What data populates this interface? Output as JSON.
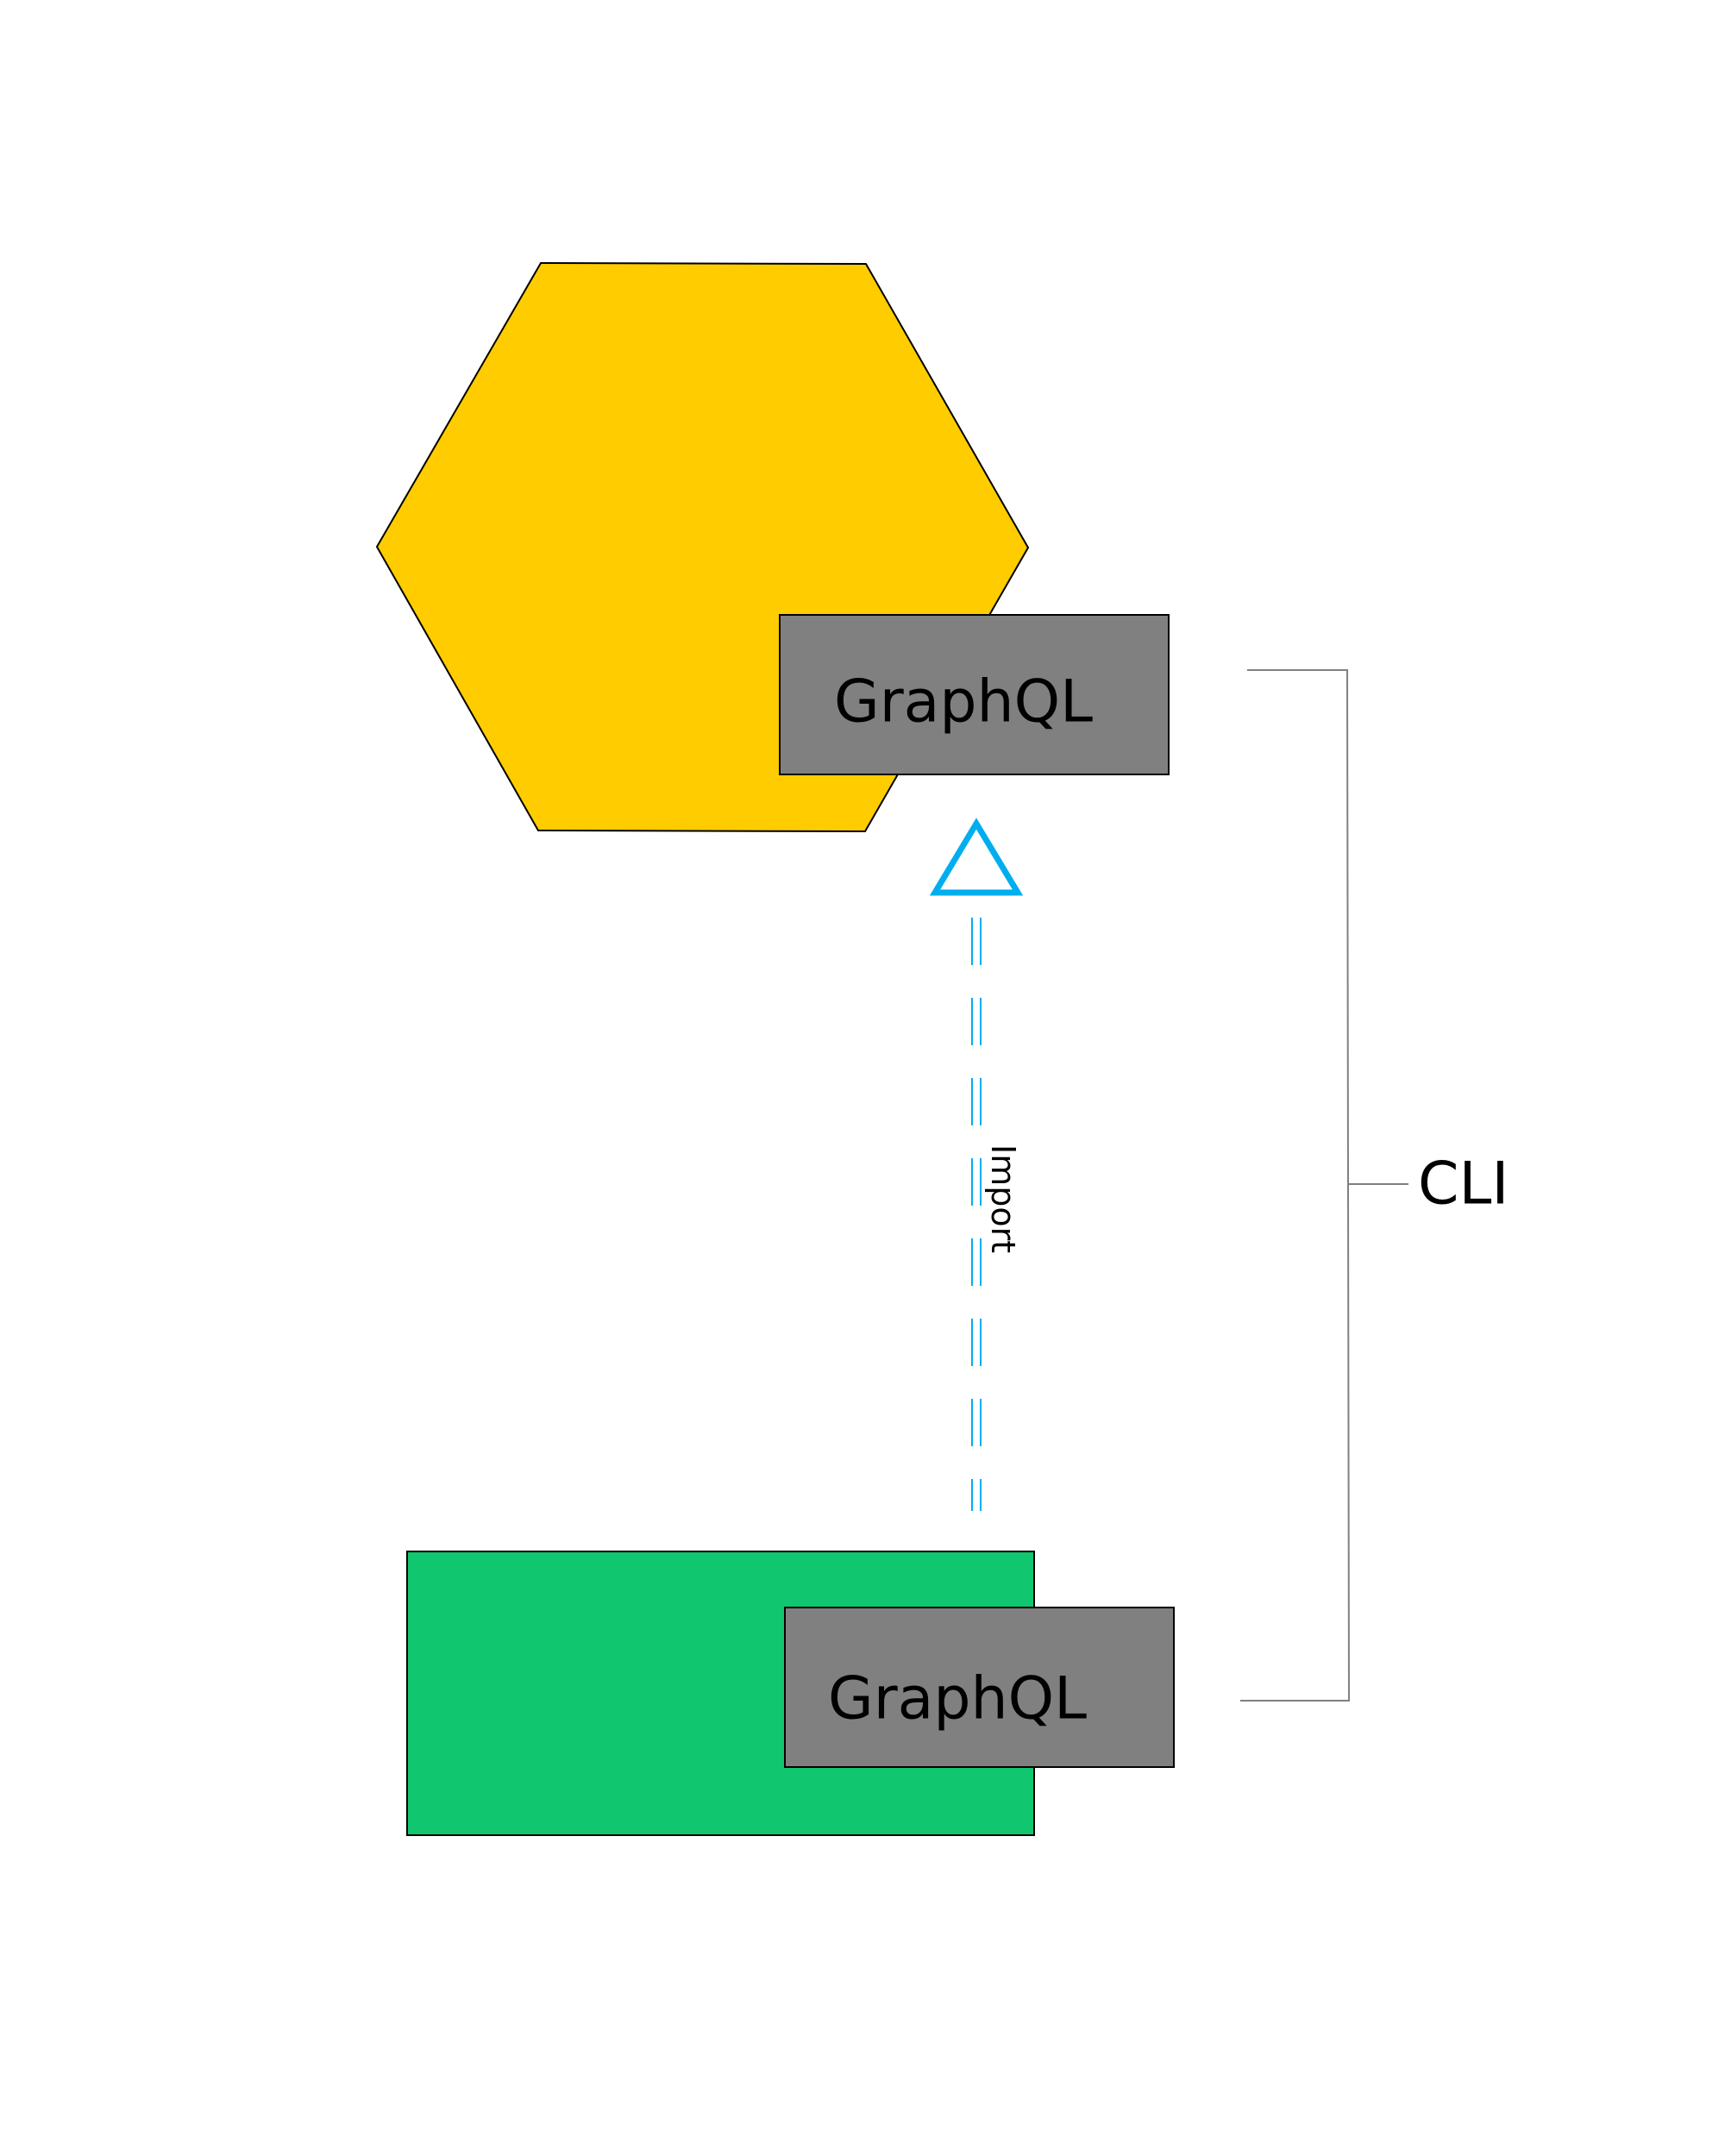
{
  "nodes": {
    "top_component": {
      "shape": "hexagon",
      "fill": "#FFCC00",
      "interface_label": "GraphQL",
      "interface_fill": "#808080"
    },
    "bottom_component": {
      "shape": "rectangle",
      "fill": "#10C66E",
      "interface_label": "GraphQL",
      "interface_fill": "#808080"
    }
  },
  "edges": {
    "import_edge": {
      "label": "Import",
      "style": "dashed",
      "arrowhead": "hollow-triangle",
      "color": "#00AEEF"
    }
  },
  "bracket": {
    "label": "CLI",
    "color": "#808080"
  }
}
